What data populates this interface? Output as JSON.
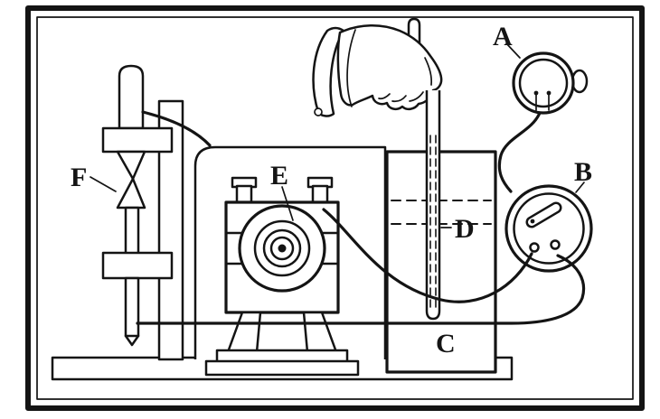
{
  "colors": {
    "ink": "#141414",
    "paper": "#ffffff"
  },
  "figure": {
    "labels": {
      "A": "A",
      "B": "B",
      "C": "C",
      "D": "D",
      "E": "E",
      "F": "F"
    }
  }
}
